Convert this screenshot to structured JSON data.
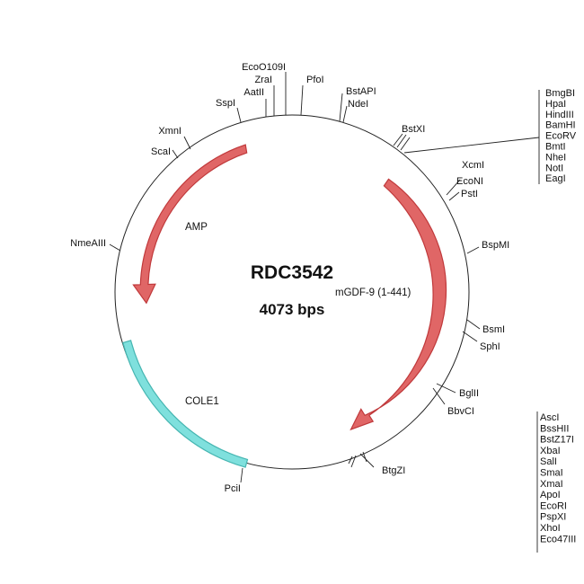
{
  "plasmid": {
    "name": "RDC3542",
    "size": "4073 bps"
  },
  "features": {
    "amp": "AMP",
    "gdf9": "mGDF-9 (1-441)",
    "cole1": "COLE1"
  },
  "colors": {
    "feature_red": "#e06666",
    "feature_red_stroke": "#c0393b",
    "ori_cyan": "#7fe0dd",
    "ori_stroke": "#45b5b1"
  },
  "sites": {
    "ecoo109i": "EcoO109I",
    "zrai": "ZraI",
    "aatii": "AatII",
    "pfoi": "PfoI",
    "sspi": "SspI",
    "bstapi": "BstAPI",
    "ndei": "NdeI",
    "xmni": "XmnI",
    "scai": "ScaI",
    "bstxi": "BstXI",
    "xcmi": "XcmI",
    "econi": "EcoNI",
    "psti": "PstI",
    "nmeaiii": "NmeAIII",
    "bspmi": "BspMI",
    "bsmi": "BsmI",
    "sphi": "SphI",
    "bglii": "BglII",
    "bbvci": "BbvCI",
    "btgzi": "BtgZI",
    "pcii": "PciI"
  },
  "mcs_top": [
    "BmgBI",
    "HpaI",
    "HindIII",
    "BamHI",
    "EcoRV",
    "BmtI",
    "NheI",
    "NotI",
    "EagI"
  ],
  "mcs_bottom": [
    "AscI",
    "BssHII",
    "BstZ17I",
    "XbaI",
    "SalI",
    "SmaI",
    "XmaI",
    "ApoI",
    "EcoRI",
    "PspXI",
    "XhoI",
    "Eco47III"
  ]
}
